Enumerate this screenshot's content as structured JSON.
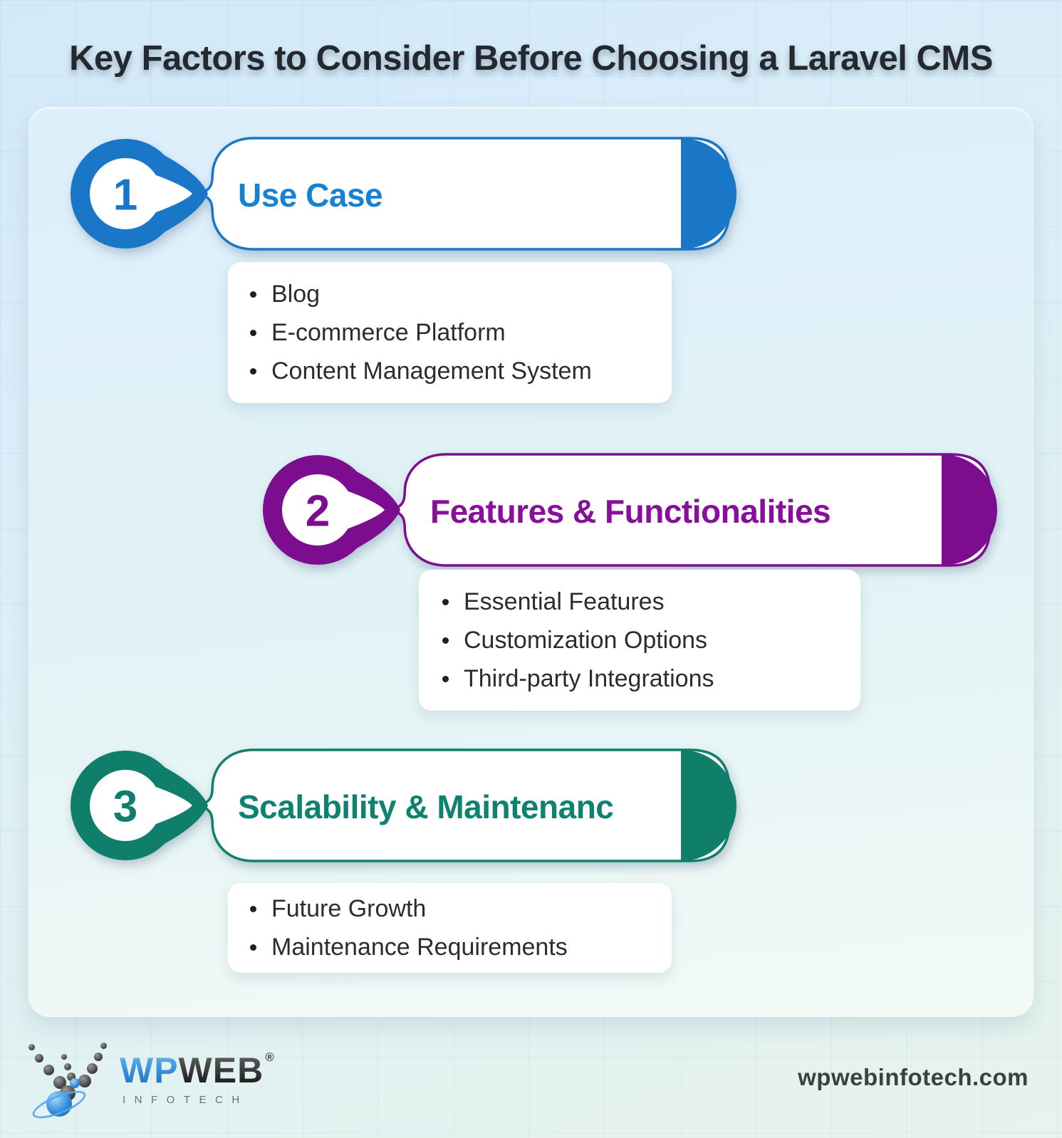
{
  "header": {
    "title": "Key Factors to Consider Before Choosing a Laravel CMS"
  },
  "sections": [
    {
      "number": "1",
      "title": "Use Case",
      "color": "#1a76c7",
      "text_color": "#1781d4",
      "items": [
        "Blog",
        "E-commerce Platform",
        "Content Management System"
      ]
    },
    {
      "number": "2",
      "title": "Features & Functionalities",
      "color": "#7b0d8e",
      "text_color": "#870f9c",
      "items": [
        "Essential Features",
        "Customization Options",
        "Third-party Integrations"
      ]
    },
    {
      "number": "3",
      "title": "Scalability & Maintenanc",
      "color": "#0f7e6b",
      "text_color": "#0e8271",
      "items": [
        "Future Growth",
        "Maintenance Requirements"
      ]
    }
  ],
  "footer": {
    "brand": {
      "wp": "WP",
      "web": "WEB",
      "registered": "®",
      "tagline": "INFOTECH"
    },
    "website": "wpwebinfotech.com"
  }
}
